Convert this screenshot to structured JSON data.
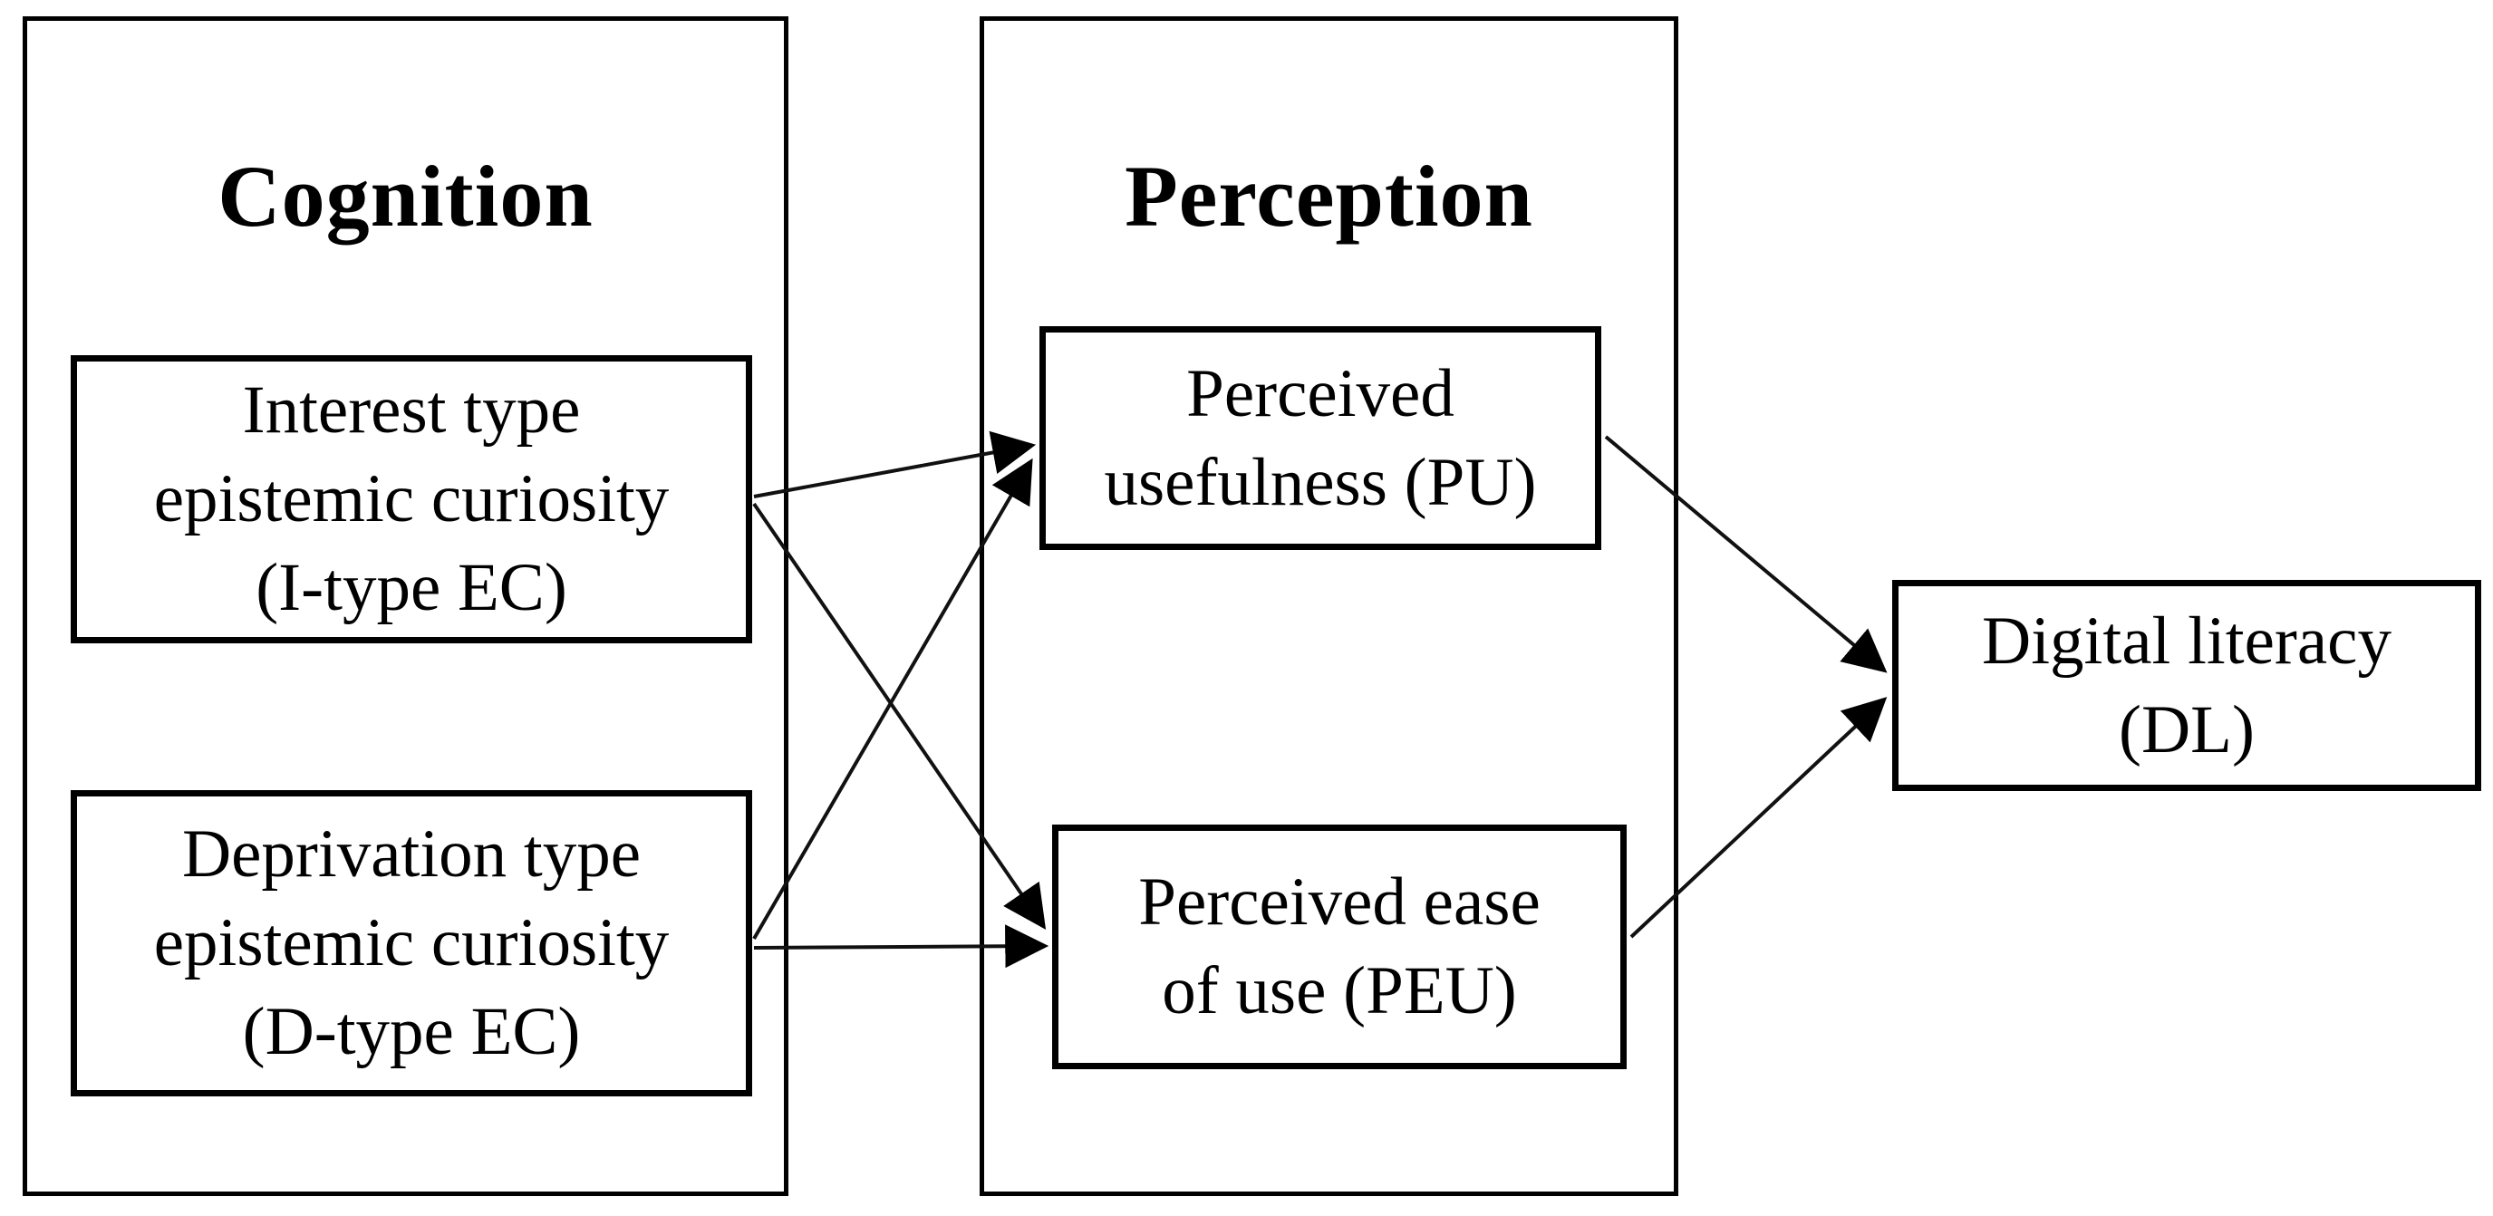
{
  "figure": {
    "background_color": "#ffffff",
    "line_color": "#000000",
    "text_color": "#000000",
    "groups": [
      {
        "id": "cognition",
        "title": "Cognition"
      },
      {
        "id": "perception",
        "title": "Perception"
      }
    ],
    "nodes": [
      {
        "id": "itype",
        "group": "cognition",
        "label": "Interest type\nepistemic curiosity\n(I-type EC)"
      },
      {
        "id": "dtype",
        "group": "cognition",
        "label": "Deprivation type\nepistemic curiosity\n(D-type EC)"
      },
      {
        "id": "pu",
        "group": "perception",
        "label": "Perceived\nusefulness (PU)"
      },
      {
        "id": "peu",
        "group": "perception",
        "label": "Perceived ease\nof use (PEU)"
      },
      {
        "id": "dl",
        "group": "none",
        "label": "Digital literacy\n(DL)"
      }
    ],
    "edges": [
      {
        "from": "I-type EC",
        "to": "PU"
      },
      {
        "from": "I-type EC",
        "to": "PEU"
      },
      {
        "from": "D-type EC",
        "to": "PU"
      },
      {
        "from": "D-type EC",
        "to": "PEU"
      },
      {
        "from": "PU",
        "to": "DL"
      },
      {
        "from": "PEU",
        "to": "DL"
      }
    ]
  }
}
